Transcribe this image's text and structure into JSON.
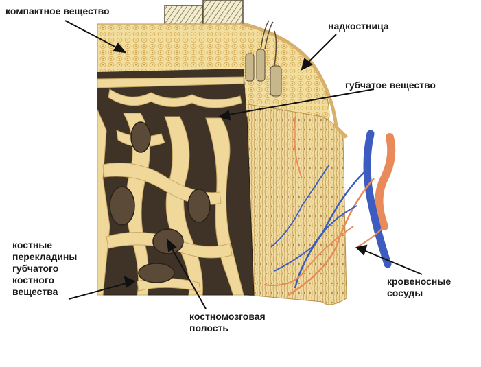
{
  "labels": {
    "compact": "компактное вещество",
    "periosteum": "надкостница",
    "spongy": "губчатое вещество",
    "trabeculae": "костные\nперекладины\nгубчатого\nкостного\nвещества",
    "marrow_cavity": "костномозговая\nполость",
    "vessels": "кровеносные\nсосуды"
  },
  "colors": {
    "bone_light": "#f2dfa0",
    "bone_mid": "#e6c878",
    "bone_dark": "#3a2f22",
    "cavity": "#5a4a38",
    "artery": "#e88a5a",
    "vein": "#3d5cc0",
    "leader": "#111111"
  }
}
